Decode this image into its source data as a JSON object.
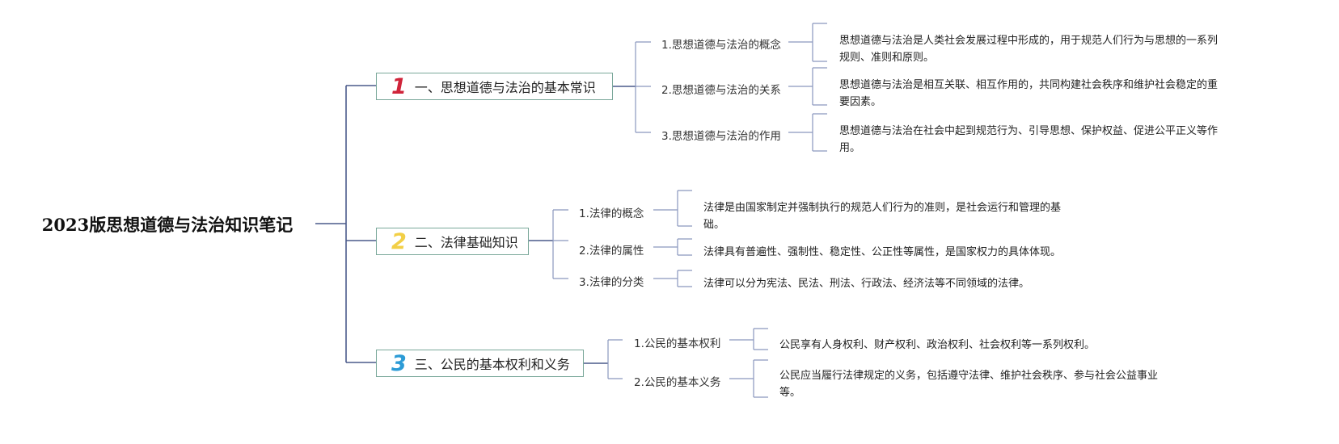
{
  "root": {
    "label": "2023版思想道德与法治知识笔记"
  },
  "colors": {
    "one": "#d0243a",
    "two": "#f2cf46",
    "three": "#2c9bd6",
    "line": "#4a5a8a",
    "thin": "#8a97bd",
    "border": "#7aa89a"
  },
  "branches": [
    {
      "number": "1",
      "label": "一、思想道德与法治的基本常识",
      "subs": [
        {
          "label": "1.思想道德与法治的概念",
          "detail": "思想道德与法治是人类社会发展过程中形成的，用于规范人们行为与思想的一系列规则、准则和原则。"
        },
        {
          "label": "2.思想道德与法治的关系",
          "detail": "思想道德与法治是相互关联、相互作用的，共同构建社会秩序和维护社会稳定的重要因素。"
        },
        {
          "label": "3.思想道德与法治的作用",
          "detail": "思想道德与法治在社会中起到规范行为、引导思想、保护权益、促进公平正义等作用。"
        }
      ]
    },
    {
      "number": "2",
      "label": "二、法律基础知识",
      "subs": [
        {
          "label": "1.法律的概念",
          "detail": "法律是由国家制定并强制执行的规范人们行为的准则，是社会运行和管理的基础。"
        },
        {
          "label": "2.法律的属性",
          "detail": "法律具有普遍性、强制性、稳定性、公正性等属性，是国家权力的具体体现。"
        },
        {
          "label": "3.法律的分类",
          "detail": "法律可以分为宪法、民法、刑法、行政法、经济法等不同领域的法律。"
        }
      ]
    },
    {
      "number": "3",
      "label": "三、公民的基本权利和义务",
      "subs": [
        {
          "label": "1.公民的基本权利",
          "detail": "公民享有人身权利、财产权利、政治权利、社会权利等一系列权利。"
        },
        {
          "label": "2.公民的基本义务",
          "detail": "公民应当履行法律规定的义务，包括遵守法律、维护社会秩序、参与社会公益事业等。"
        }
      ]
    }
  ]
}
